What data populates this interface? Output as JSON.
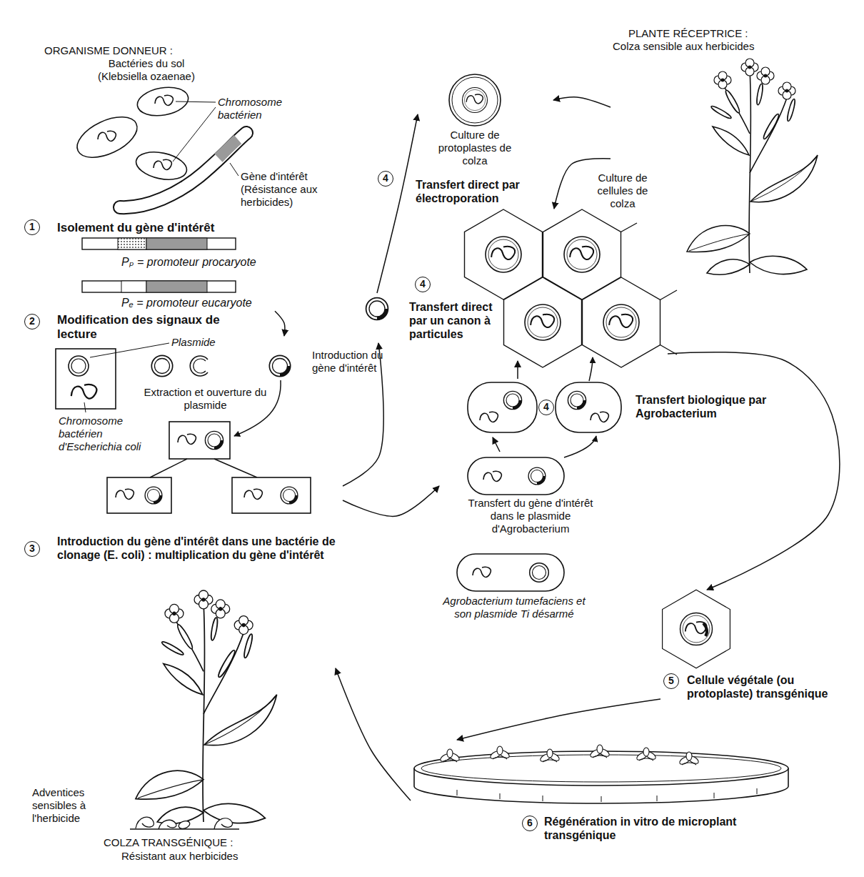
{
  "diagram": {
    "nodes": [
      {
        "text": [
          "ORGANISME DONNEUR :",
          "Bactéries du sol (Klebsiella ozaenae)",
          "Chromosome bactérien",
          "Gène d'intérêt (Résistance aux herbicides)"
        ]
      },
      {
        "text": [
          "Isolement du gène d'intérêt",
          "Pₚ = promoteur procaryote",
          "Pₑ = promoteur eucaryote"
        ]
      },
      {
        "text": [
          "Modification des signaux de lecture",
          "Plasmide",
          "Chromosome bactérien d'Escherichia coli",
          "Extraction et ouverture du plasmide",
          "Introduction du gène d'intérêt"
        ]
      },
      {
        "text": [
          "Introduction du gène d'intérêt dans une bactérie de clonage (E. coli) : multiplication du gène d'intérêt"
        ]
      },
      {
        "text": [
          "PLANTE RÉCEPTRICE :",
          "Colza sensible aux herbicides"
        ]
      },
      {
        "text": [
          "Culture de protoplastes de colza"
        ]
      },
      {
        "text": [
          "Culture de cellules de colza"
        ]
      },
      {
        "text": [
          "Transfert direct par un canon à particules"
        ]
      },
      {
        "text": [
          "Transfert biologique par Agrobacterium"
        ]
      },
      {
        "text": [
          "Transfert du gène d'intérêt dans le plasmide d'Agrobacterium"
        ]
      },
      {
        "text": [
          "Agrobacterium tumefaciens et son plasmide Ti désarmé"
        ]
      },
      {
        "text": [
          "Cellule végétale (ou protoplaste) transgénique"
        ]
      },
      {
        "text": [
          "Régénération in vitro de microplant transgénique"
        ]
      },
      {
        "text": [
          "Adventices sensibles à l'herbicide",
          "COLZA TRANSGÉNIQUE :",
          "Résistant aux herbicides"
        ]
      }
    ],
    "edges": [
      {
        "from": 1,
        "to": 2,
        "arrow": "to"
      },
      {
        "from": 2,
        "to": 3,
        "arrow": "none"
      },
      {
        "from": 3,
        "to": 7,
        "arrow": "to"
      },
      {
        "from": 3,
        "to": 9,
        "arrow": "to"
      },
      {
        "from": 7,
        "to": 5,
        "arrow": "to",
        "label": "Transfert direct par électroporation"
      },
      {
        "from": 9,
        "to": 8,
        "arrow": "to"
      },
      {
        "from": 8,
        "to": 6,
        "arrow": "to"
      },
      {
        "from": 4,
        "to": 5,
        "arrow": "to"
      },
      {
        "from": 4,
        "to": 6,
        "arrow": "to"
      },
      {
        "from": 6,
        "to": 11,
        "arrow": "to"
      },
      {
        "from": 11,
        "to": 12,
        "arrow": "to"
      },
      {
        "from": 12,
        "to": 13,
        "arrow": "to"
      }
    ],
    "labels": [
      "1",
      "2",
      "3",
      "4",
      "4",
      "4",
      "5",
      "6"
    ]
  }
}
